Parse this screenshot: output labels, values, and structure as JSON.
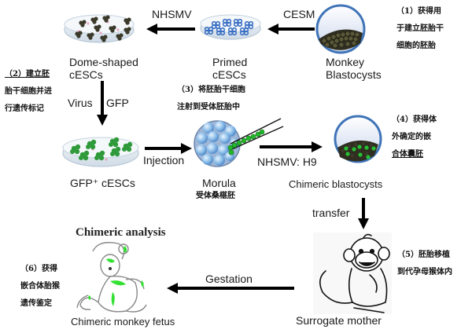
{
  "diagram": {
    "steps": {
      "s1": {
        "lines": [
          "（1）获得用",
          "于建立胚胎干",
          "细胞的胚胎"
        ]
      },
      "s2": {
        "lines": [
          "（2）建立胚",
          "胎干细胞并进",
          "行遗传标记"
        ]
      },
      "s3": {
        "lines": [
          "（3）将胚胎干细胞",
          "注射到受体胚胎中"
        ]
      },
      "s4": {
        "lines": [
          "（4）获得体",
          "外确定的嵌",
          "合体囊胚"
        ]
      },
      "s5": {
        "lines": [
          "（5）胚胎移植",
          "到代孕母猴体内"
        ]
      },
      "s6": {
        "lines": [
          "（6）获得",
          "嵌合体胎猴",
          "遗传鉴定"
        ]
      }
    },
    "nodes": {
      "blastocysts": {
        "line1": "Monkey",
        "line2": "Blastocysts"
      },
      "primed": {
        "line1": "Primed",
        "line2": "cESCs"
      },
      "dome": {
        "line1": "Dome-shaped",
        "line2": "cESCs"
      },
      "gfp": {
        "label": "GFP⁺ cESCs"
      },
      "morula": {
        "label": "Morula",
        "sublabel": "受体桑椹胚"
      },
      "chimeric_blast": {
        "label": "Chimeric blastocysts"
      },
      "surrogate": {
        "label": "Surrogate mother"
      },
      "fetus": {
        "label": "Chimeric monkey fetus",
        "title": "Chimeric analysis"
      }
    },
    "arrows": {
      "cesm": "CESM",
      "nhsmv": "NHSMV",
      "virus": "Virus",
      "gfp": "GFP",
      "injection": "Injection",
      "nhsmv_h9": "NHSMV: H9",
      "transfer": "transfer",
      "gestation": "Gestation"
    },
    "colors": {
      "arrow": "#000000",
      "gfp_green": "#22c022",
      "cell_blue": "#3a6fc4",
      "dark_cell": "#3b3a2a",
      "dish": "#dde6ee"
    }
  }
}
